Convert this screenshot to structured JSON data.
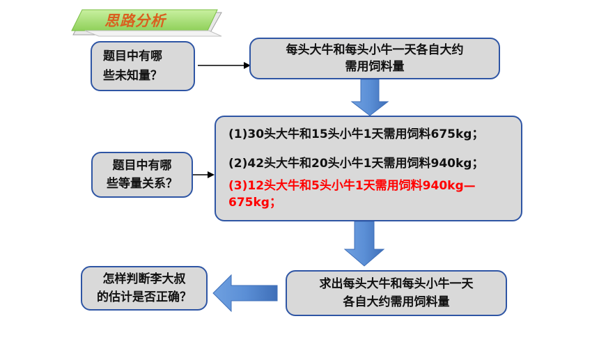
{
  "title_banner": "思路分析",
  "boxes": {
    "unknowns_question": [
      "题目中有哪",
      "些未知量？"
    ],
    "unknowns_answer": [
      "每头大牛和每头小牛一天各自大约",
      "需用饲料量"
    ],
    "equations_question": [
      "题目中有哪",
      "些等量关系？"
    ],
    "equations": {
      "eq1": "(1)30头大牛和15头小牛1天需用饲料675kg；",
      "eq2": "(2)42头大牛和20头小牛1天需用饲料940kg；",
      "eq3_line1": "(3)12头大牛和5头小牛1天需用饲料940kg—",
      "eq3_line2": "675kg；"
    },
    "result": [
      "求出每头大牛和每头小牛一天",
      "各自大约需用饲料量"
    ],
    "judge_question": [
      "怎样判断李大叔",
      "的估计是否正确？"
    ]
  },
  "colors": {
    "box_fill": "#d9d9d9",
    "box_border": "#2e55a4",
    "arrow_blue": "#5b8fd6",
    "banner_green": "#9fd86a",
    "banner_text": "#d95f1f",
    "highlight_red": "#ff0000"
  }
}
